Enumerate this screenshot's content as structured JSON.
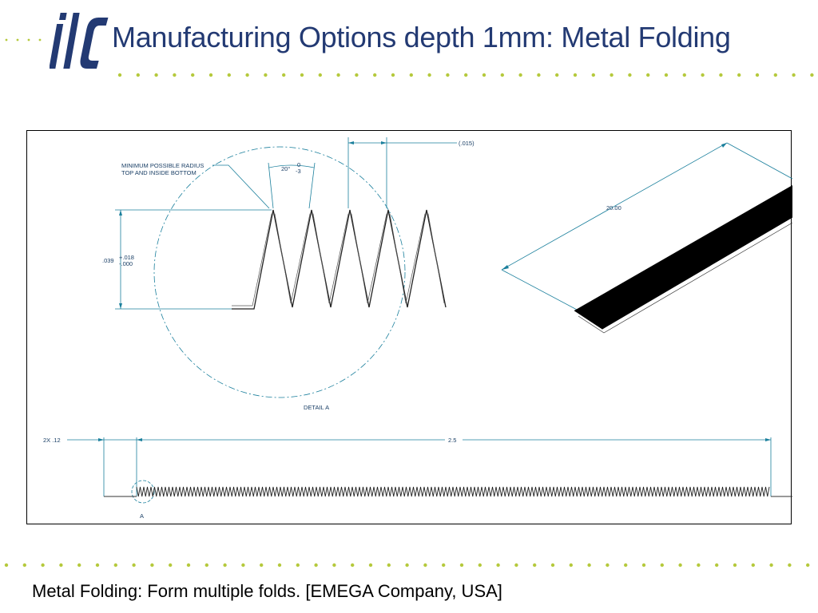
{
  "slide": {
    "title": "Manufacturing Options depth 1mm: Metal Folding",
    "caption": "Metal Folding: Form multiple folds. [EMEGA Company, USA]",
    "logo_text": "ilc",
    "colors": {
      "title": "#233a73",
      "dots": "#b5c93c",
      "logo": "#233a73",
      "dimension": "#1a7f9c"
    }
  },
  "drawing": {
    "detail_note_line1": "MINIMUM POSSIBLE RADIUS",
    "detail_note_line2": "TOP AND INSIDE BOTTOM",
    "angle": "20°",
    "angle_tol_upper": "0",
    "angle_tol_lower": "-3",
    "pitch": "(.015)",
    "height": ".039",
    "height_tol_upper": "+.018",
    "height_tol_lower": "-.000",
    "detail_label": "DETAIL A",
    "length_dim": "20.00",
    "end_dim": "2X .12",
    "overall_dim": "2.5",
    "detail_ref": "A"
  }
}
